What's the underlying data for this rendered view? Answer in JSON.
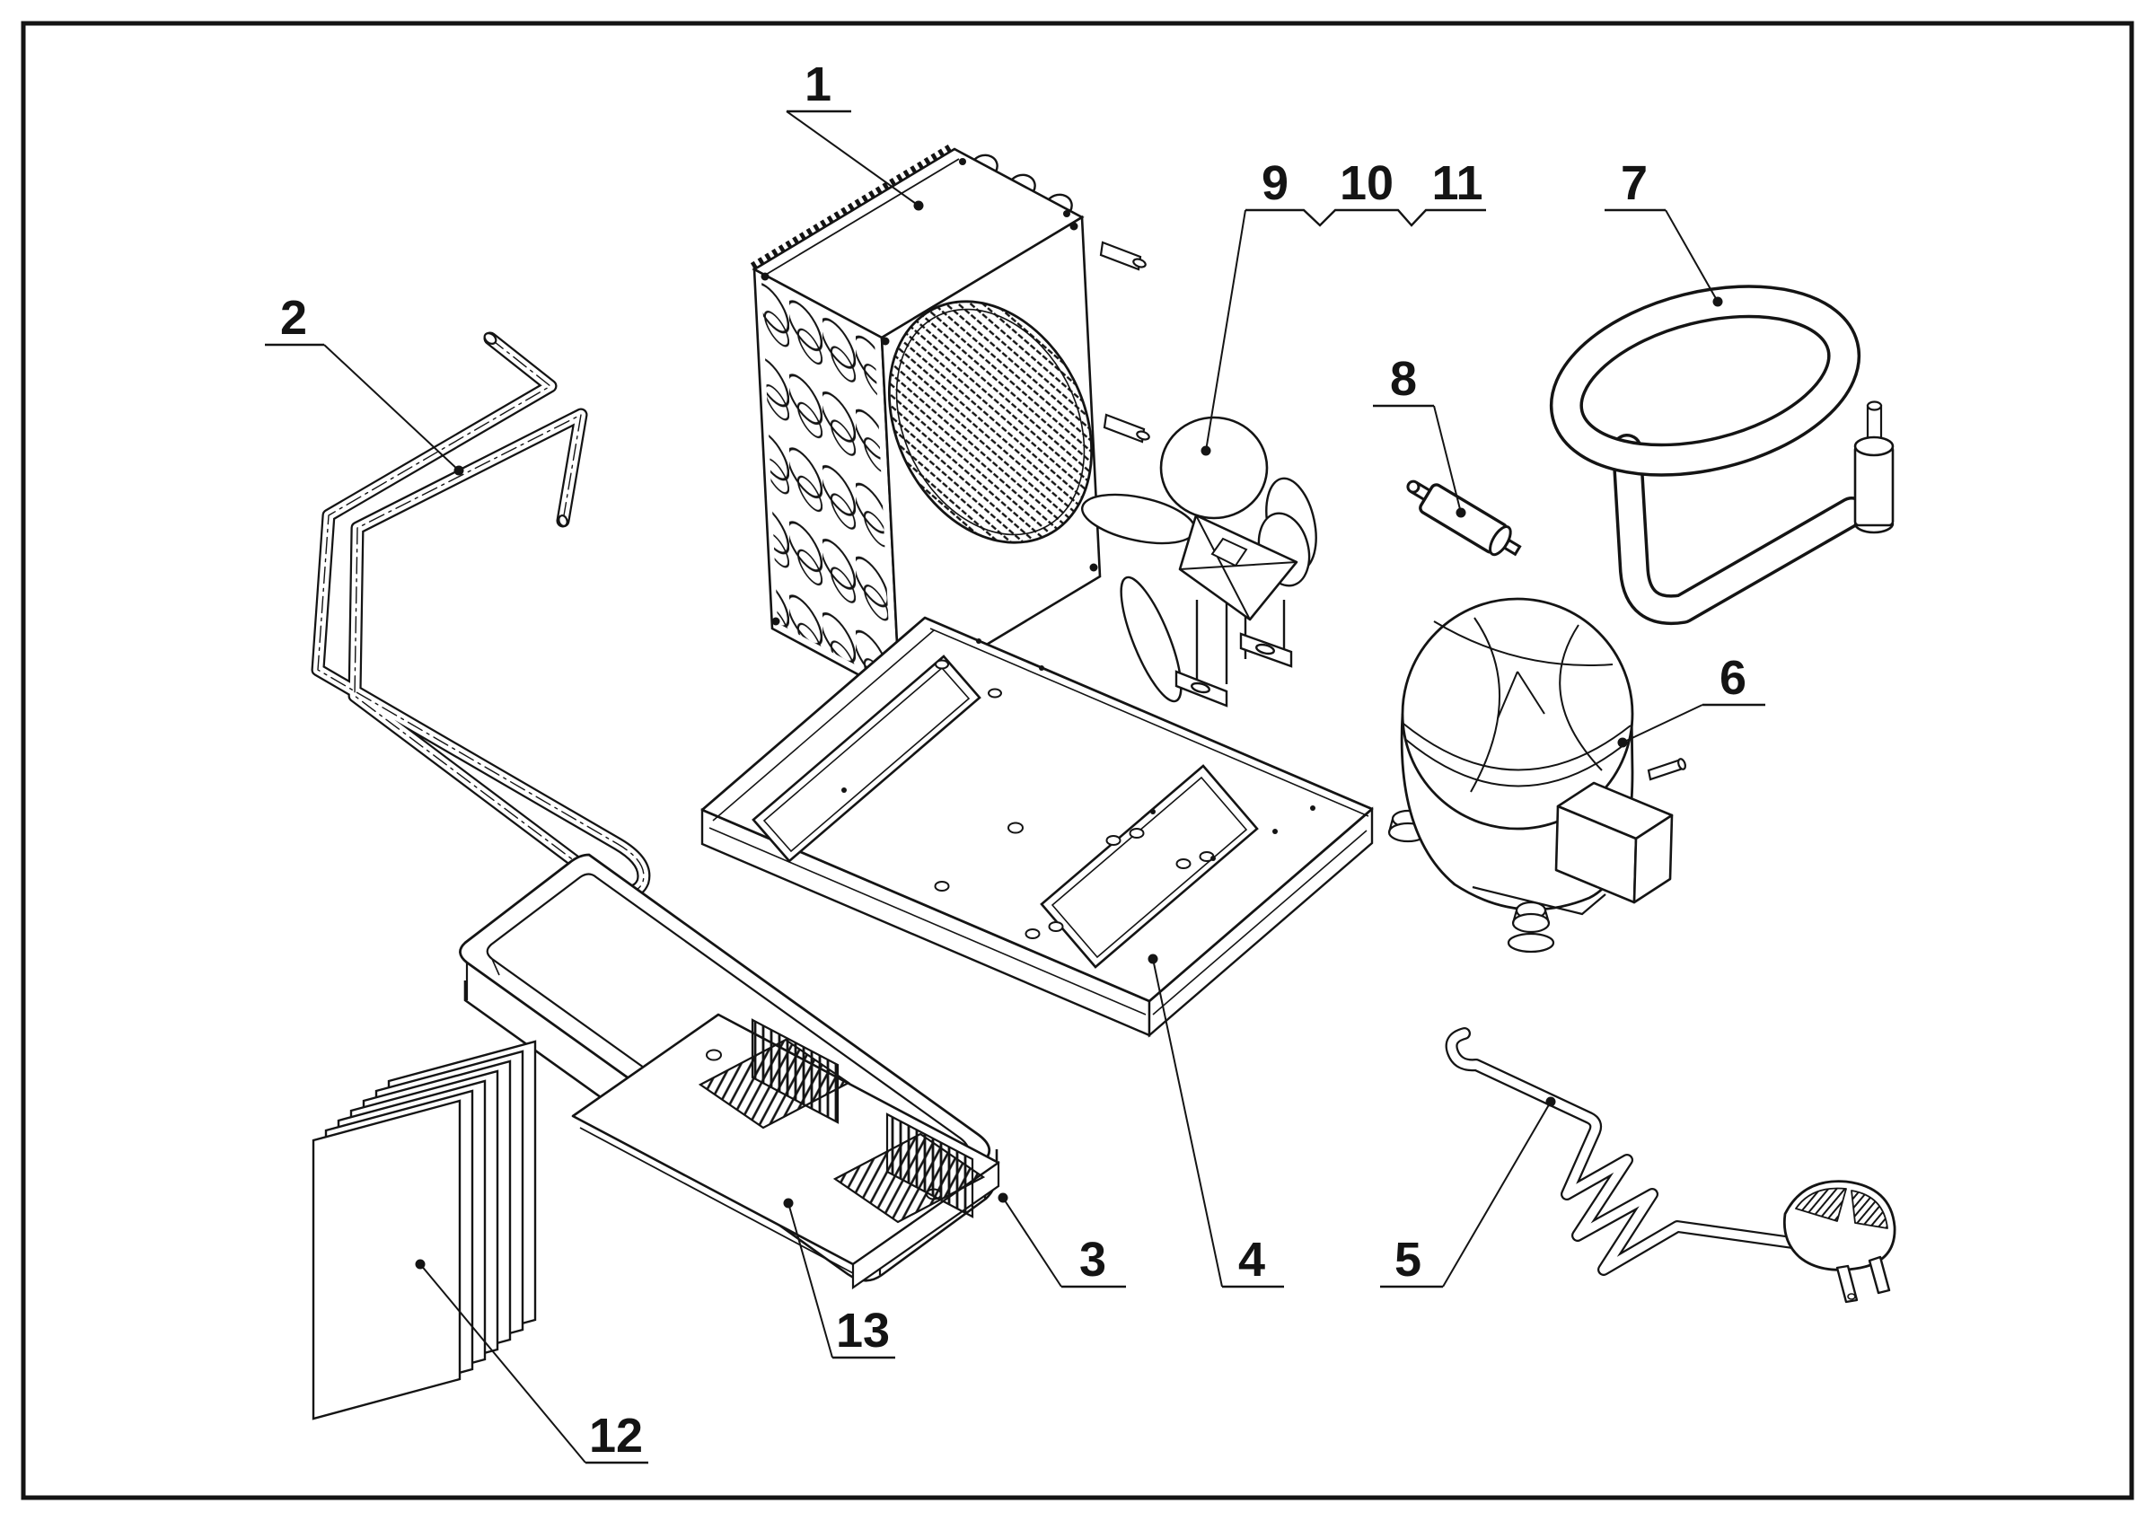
{
  "figure": {
    "kind": "exploded-parts-diagram",
    "background": "#ffffff",
    "line_color": "#141414",
    "callout_count": 13
  },
  "callouts": [
    {
      "label": "1",
      "part": "condenser-coil"
    },
    {
      "label": "2",
      "part": "condenser-tube"
    },
    {
      "label": "3",
      "part": "drip-tray"
    },
    {
      "label": "4",
      "part": "base-plate"
    },
    {
      "label": "5",
      "part": "power-cord-plug"
    },
    {
      "label": "6",
      "part": "compressor"
    },
    {
      "label": "7",
      "part": "accumulator-tube"
    },
    {
      "label": "8",
      "part": "filter-drier"
    },
    {
      "label": "9",
      "part": "fan-blade"
    },
    {
      "label": "10",
      "part": "fan-motor"
    },
    {
      "label": "11",
      "part": "fan-bracket"
    },
    {
      "label": "12",
      "part": "evaporator-plate-stack"
    },
    {
      "label": "13",
      "part": "heatsink-assembly"
    }
  ]
}
